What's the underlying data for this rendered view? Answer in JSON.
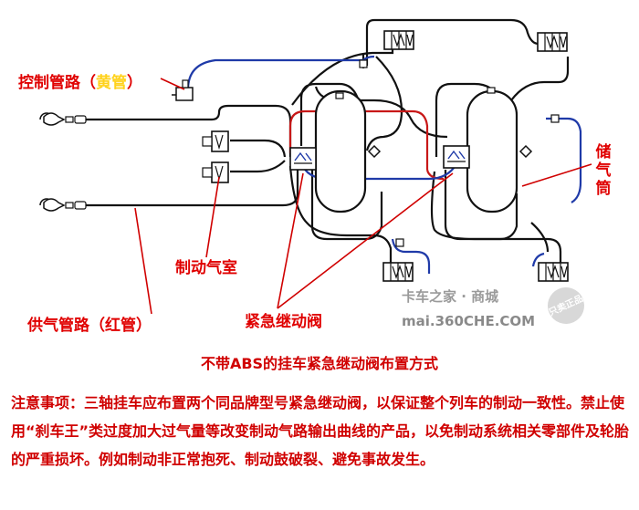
{
  "labels": {
    "control_prefix": "控制管路（",
    "control_color": "黄管",
    "control_suffix": "）",
    "chamber": "制动气室",
    "supply": "供气管路（红管）",
    "relay_valve": "紧急继动阀",
    "tank": "储气筒"
  },
  "watermark": {
    "brand": "卡车之家 · 商城",
    "url": "mai.360CHE.COM",
    "badge": "只卖正品"
  },
  "title": "不带ABS的挂车紧急继动阀布置方式",
  "notes": "注意事项：三轴挂车应布置两个同品牌型号紧急继动阀，以保证整个列车的制动一致性。禁止使用“刹车王”类过度加大过气量等改变制动气路输出曲线的产品，以免制动系统相关零部件及轮胎的严重损坏。例如制动非正常抱死、制动鼓破裂、避免事故发生。",
  "colors": {
    "label_red": "#e00000",
    "control_yellow": "#ffd21c",
    "line_black": "#111111",
    "line_blue": "#1f3aa8",
    "line_red": "#c81818"
  }
}
